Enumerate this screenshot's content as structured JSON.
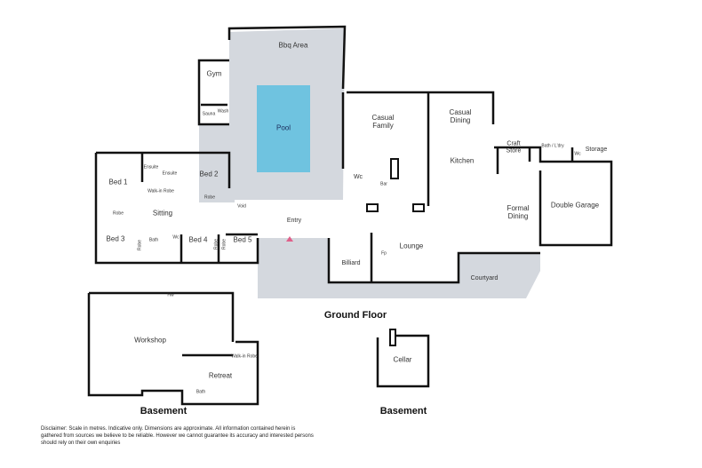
{
  "floorplan": {
    "ground_floor": {
      "title": "Ground Floor",
      "rooms": {
        "bbq_area": "Bbq Area",
        "gym": "Gym",
        "sauna": "Sauna",
        "wash": "Wash",
        "pool": "Pool",
        "casual_family": "Casual\nFamily",
        "casual_dining": "Casual\nDining",
        "craft_store": "Craft\nStore",
        "bath_ldry": "Bath / L'dry",
        "wc_garage": "Wc",
        "storage": "Storage",
        "kitchen": "Kitchen",
        "wc": "Wc",
        "bar": "Bar",
        "formal_dining": "Formal\nDining",
        "double_garage": "Double Garage",
        "bed1": "Bed 1",
        "ensuite1": "Ensuite",
        "ensuite2": "Ensuite",
        "walk_in_robe": "Walk-in Robe",
        "bed2": "Bed 2",
        "robe_bed2": "Robe",
        "robe_bed1": "Robe",
        "sitting": "Sitting",
        "void": "Void",
        "entry": "Entry",
        "bed3": "Bed 3",
        "robe_bed3": "Robe",
        "bath": "Bath",
        "wc_bed": "Wc",
        "bed4": "Bed 4",
        "robe_bed4": "Robe",
        "robe_bed5": "Robe",
        "bed5": "Bed 5",
        "billiard": "Billiard",
        "fp": "Fp",
        "lounge": "Lounge",
        "courtyard": "Courtyard"
      }
    },
    "basement_main": {
      "title": "Basement",
      "rooms": {
        "hw": "Hw",
        "workshop": "Workshop",
        "walk_in_robe": "Walk-in Robe",
        "retreat": "Retreat",
        "bath": "Bath"
      }
    },
    "basement_cellar": {
      "title": "Basement",
      "rooms": {
        "cellar": "Cellar"
      }
    },
    "disclaimer": "Disclaimer: Scale in metres. Indicative only. Dimensions are approximate. All information contained herein is gathered from sources we believe to be reliable. However we cannot guarantee its accuracy and interested persons should rely on their own enquiries",
    "colors": {
      "outdoor_paving": "#d4d8de",
      "pool_water": "#6fc3e0",
      "wall": "#111111",
      "entry_marker": "#e0608a"
    }
  }
}
